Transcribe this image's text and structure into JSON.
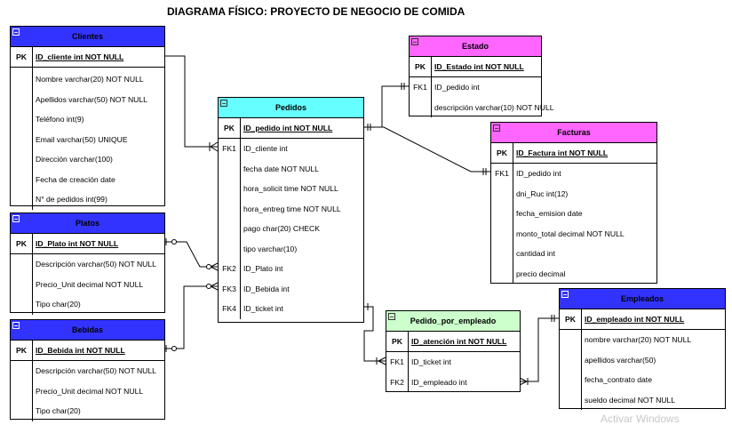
{
  "title": "DIAGRAMA FÍSICO: PROYECTO DE NEGOCIO DE COMIDA",
  "colors": {
    "blue": "#3333ff",
    "cyan": "#66ffff",
    "magenta": "#ff66ff",
    "green": "#ccffcc"
  },
  "entities": {
    "clientes": {
      "name": "Clientes",
      "pk": {
        "key": "PK",
        "field": "ID_cliente  int NOT NULL"
      },
      "fields": [
        {
          "key": "",
          "field": "Nombre varchar(20) NOT NULL"
        },
        {
          "key": "",
          "field": "Apellidos varchar(50) NOT NULL"
        },
        {
          "key": "",
          "field": "Teléfono int(9)"
        },
        {
          "key": "",
          "field": "Email varchar(50) UNIQUE"
        },
        {
          "key": "",
          "field": "Dirección varchar(100)"
        },
        {
          "key": "",
          "field": "Fecha de creación date"
        },
        {
          "key": "",
          "field": "N° de pedidos int(99)"
        }
      ]
    },
    "platos": {
      "name": "Platos",
      "pk": {
        "key": "PK",
        "field": "ID_Plato int NOT NULL"
      },
      "fields": [
        {
          "key": "",
          "field": "Descripción varchar(50) NOT NULL"
        },
        {
          "key": "",
          "field": "Precio_Unit decimal NOT NULL"
        },
        {
          "key": "",
          "field": "Tipo char(20)"
        }
      ]
    },
    "bebidas": {
      "name": "Bebidas",
      "pk": {
        "key": "PK",
        "field": "ID_Bebida int NOT NULL"
      },
      "fields": [
        {
          "key": "",
          "field": "Descripción varchar(50) NOT NULL"
        },
        {
          "key": "",
          "field": "Precio_Unit decimal NOT NULL"
        },
        {
          "key": "",
          "field": "Tipo char(20)"
        }
      ]
    },
    "pedidos": {
      "name": "Pedidos",
      "pk": {
        "key": "PK",
        "field": "ID_pedido int NOT NULL"
      },
      "fields": [
        {
          "key": "FK1",
          "field": "ID_cliente int"
        },
        {
          "key": "",
          "field": "fecha date NOT NULL"
        },
        {
          "key": "",
          "field": "hora_solicit time NOT NULL"
        },
        {
          "key": "",
          "field": "hora_entreg time NOT NULL"
        },
        {
          "key": "",
          "field": "pago char(20) CHECK"
        },
        {
          "key": "",
          "field": "tipo varchar(10)"
        },
        {
          "key": "FK2",
          "field": "ID_Plato int"
        },
        {
          "key": "FK3",
          "field": "ID_Bebida int"
        },
        {
          "key": "FK4",
          "field": "ID_ticket int"
        }
      ]
    },
    "estado": {
      "name": "Estado",
      "pk": {
        "key": "PK",
        "field": "ID_Estado int NOT NULL"
      },
      "fields": [
        {
          "key": "FK1",
          "field": "ID_pedido int"
        },
        {
          "key": "",
          "field": "descripción varchar(10) NOT NULL"
        }
      ]
    },
    "facturas": {
      "name": "Facturas",
      "pk": {
        "key": "PK",
        "field": "ID_Factura int NOT NULL"
      },
      "fields": [
        {
          "key": "FK1",
          "field": "ID_pedido int"
        },
        {
          "key": "",
          "field": "dni_Ruc int(12)"
        },
        {
          "key": "",
          "field": "fecha_emision date"
        },
        {
          "key": "",
          "field": "monto_total decimal NOT NULL"
        },
        {
          "key": "",
          "field": "cantidad int"
        },
        {
          "key": "",
          "field": "precio decimal"
        }
      ]
    },
    "pedido_por_empleado": {
      "name": "Pedido_por_empleado",
      "pk": {
        "key": "PK",
        "field": "ID_atención int NOT NULL"
      },
      "fields": [
        {
          "key": "FK1",
          "field": "ID_ticket int"
        },
        {
          "key": "FK2",
          "field": "ID_empleado int"
        }
      ]
    },
    "empleados": {
      "name": "Empleados",
      "pk": {
        "key": "PK",
        "field": "ID_empleado int NOT NULL"
      },
      "fields": [
        {
          "key": "",
          "field": "nombre varchar(20) NOT NULL"
        },
        {
          "key": "",
          "field": "apellidos varchar(50)"
        },
        {
          "key": "",
          "field": "fecha_contrato date"
        },
        {
          "key": "",
          "field": "sueldo decimal NOT NULL"
        }
      ]
    }
  },
  "watermark": "Activar Windows"
}
